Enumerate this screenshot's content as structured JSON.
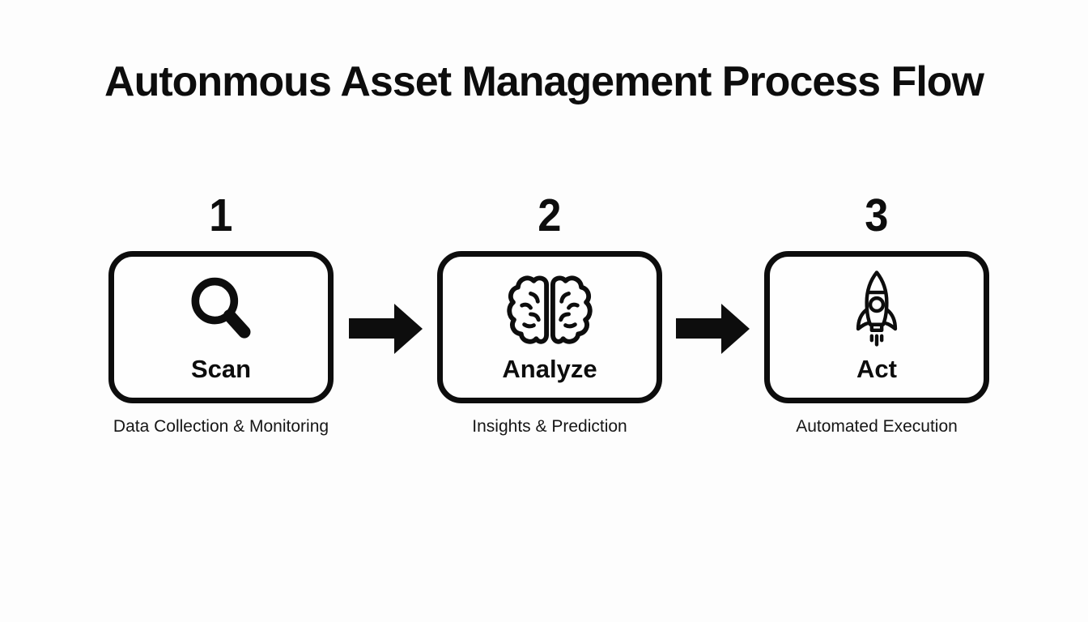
{
  "title": "Autonmous Asset Management Process Flow",
  "colors": {
    "ink": "#0d0d0d",
    "background": "#fdfdfd"
  },
  "steps": [
    {
      "number": "1",
      "label": "Scan",
      "subtitle": "Data Collection & Monitoring",
      "icon": "magnifying-glass-icon"
    },
    {
      "number": "2",
      "label": "Analyze",
      "subtitle": "Insights & Prediction",
      "icon": "brain-icon"
    },
    {
      "number": "3",
      "label": "Act",
      "subtitle": "Automated Execution",
      "icon": "rocket-icon"
    }
  ],
  "arrows": [
    {
      "direction": "right"
    },
    {
      "direction": "right"
    }
  ]
}
